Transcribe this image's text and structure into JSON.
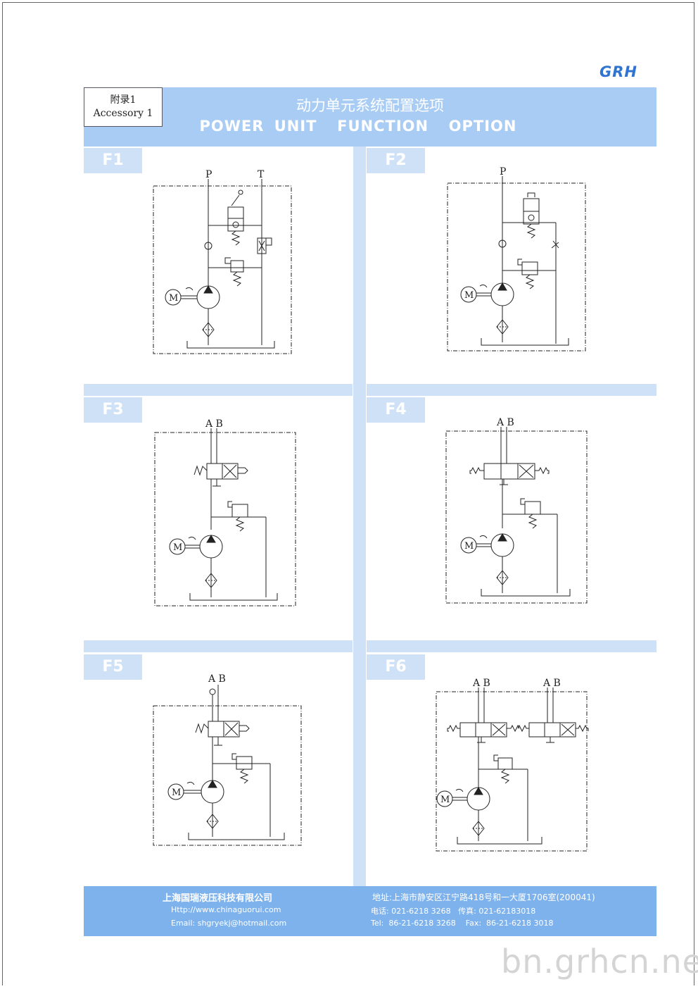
{
  "brand": {
    "logo": "GRH"
  },
  "header": {
    "accessory_zh": "附录1",
    "accessory_en": "Accessory 1",
    "title_zh": "动力单元系统配置选项",
    "title_en": "POWER UNIT  FUNCTION  OPTION"
  },
  "panels": [
    {
      "tag": "F1",
      "ports": [
        "P",
        "T"
      ]
    },
    {
      "tag": "F2",
      "ports": [
        "P"
      ]
    },
    {
      "tag": "F3",
      "ports": [
        "A B"
      ]
    },
    {
      "tag": "F4",
      "ports": [
        "A B"
      ]
    },
    {
      "tag": "F5",
      "ports": [
        "A B"
      ]
    },
    {
      "tag": "F6",
      "ports": [
        "A B",
        "A B"
      ]
    }
  ],
  "motor_symbol": "M",
  "footer": {
    "company": "上海国瑞液压科技有限公司",
    "website": "Http://www.chinaguorui.com",
    "email": "Email: shgryekj@hotmail.com",
    "address": "地址:上海市静安区江宁路418号和一大厦1706室(200041)",
    "phone_fax_zh": "电话: 021-6218 3268   传真: 021-62183018",
    "phone_fax_en": "Tel:  86-21-6218 3268    Fax:  86-21-6218 3018"
  },
  "watermark": "bn.grhcn.net",
  "colors": {
    "header_blue": "#a9ccf5",
    "light_blue": "#cfe1f7",
    "footer_blue": "#7eb2ec",
    "logo_blue": "#2f74d0"
  }
}
